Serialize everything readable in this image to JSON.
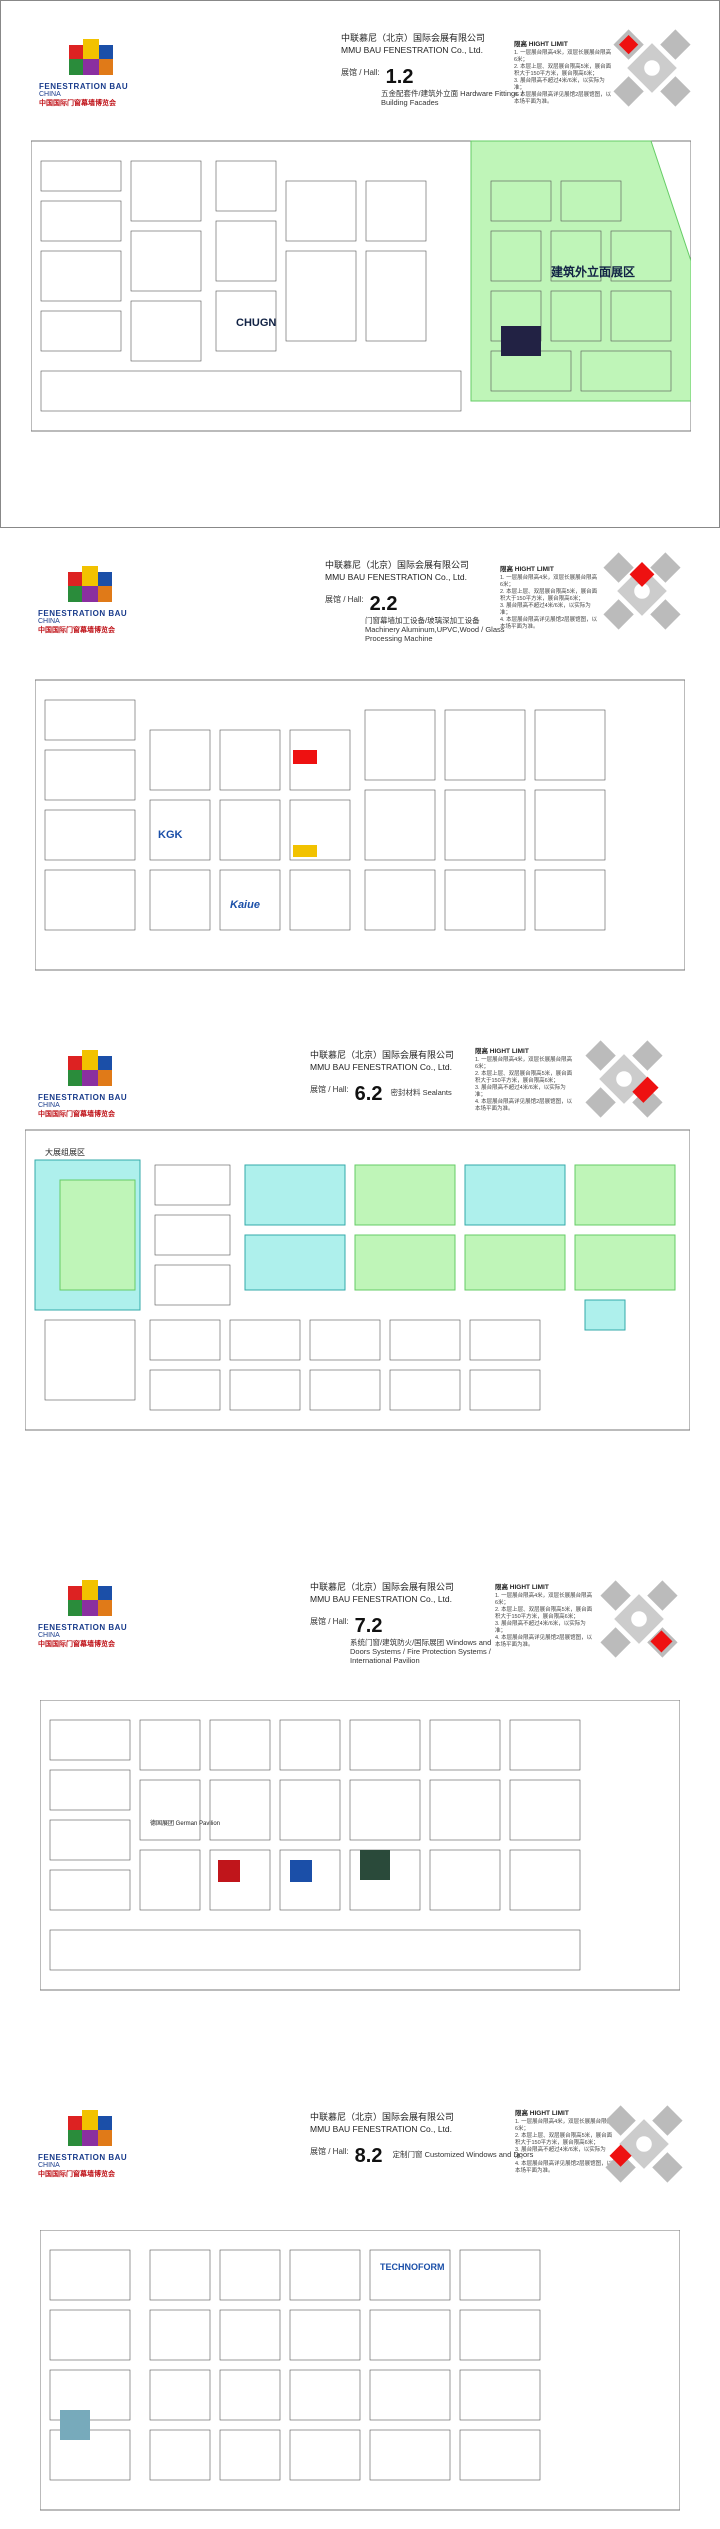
{
  "panels": [
    {
      "company_cn": "中联慕尼（北京）国际会展有限公司",
      "company_en": "MMU BAU FENESTRATION Co., Ltd.",
      "hall_label": "展馆 / Hall:",
      "hall_number": "1.2",
      "description": "五金配套件/建筑外立面 Hardware Fittings / Building Facades",
      "zone_label": "建筑外立面展区",
      "highlight_color": "#bff5b8",
      "brands": [
        "CHUGN"
      ]
    },
    {
      "company_cn": "中联慕尼（北京）国际会展有限公司",
      "company_en": "MMU BAU FENESTRATION Co., Ltd.",
      "hall_label": "展馆 / Hall:",
      "hall_number": "2.2",
      "description": "门窗幕墙加工设备/玻璃深加工设备 Machinery Aluminum,UPVC,Wood / Glass Processing Machine",
      "brands": [
        "KGK",
        "Kaiue"
      ]
    },
    {
      "company_cn": "中联慕尼（北京）国际会展有限公司",
      "company_en": "MMU BAU FENESTRATION Co., Ltd.",
      "hall_label": "展馆 / Hall:",
      "hall_number": "6.2",
      "description": "密封材料 Sealants",
      "zone_label": "大展组展区",
      "highlight_color": "#aef0ec"
    },
    {
      "company_cn": "中联慕尼（北京）国际会展有限公司",
      "company_en": "MMU BAU FENESTRATION Co., Ltd.",
      "hall_label": "展馆 / Hall:",
      "hall_number": "7.2",
      "description": "系统门窗/建筑防火/国际展团 Windows and Doors Systems / Fire Protection Systems / International Pavilion",
      "zone_label": "德国展团 German Pavilion"
    },
    {
      "company_cn": "中联慕尼（北京）国际会展有限公司",
      "company_en": "MMU BAU FENESTRATION Co., Ltd.",
      "hall_label": "展馆 / Hall:",
      "hall_number": "8.2",
      "description": "定制门窗 Customized Windows and Doors",
      "brands": [
        "TECHNOFORM"
      ]
    }
  ],
  "logo": {
    "brand": "FENESTRATION BAU",
    "sub": "CHINA",
    "cn": "中国国际门窗幕墙博览会"
  },
  "height_limit": {
    "title": "限高 HIGHT LIMIT",
    "lines": [
      "1. 一层展台限高4米，双层长展展台限高6米；",
      "2. 本层上层、双层展台限高5米，展台面积大于150平方米，展台限高6米；",
      "3. 展台限高不超过4米/6米，以实际为准；",
      "4. 本层展台限高详见展馆2层展馆图，以本场平面为准。"
    ]
  }
}
